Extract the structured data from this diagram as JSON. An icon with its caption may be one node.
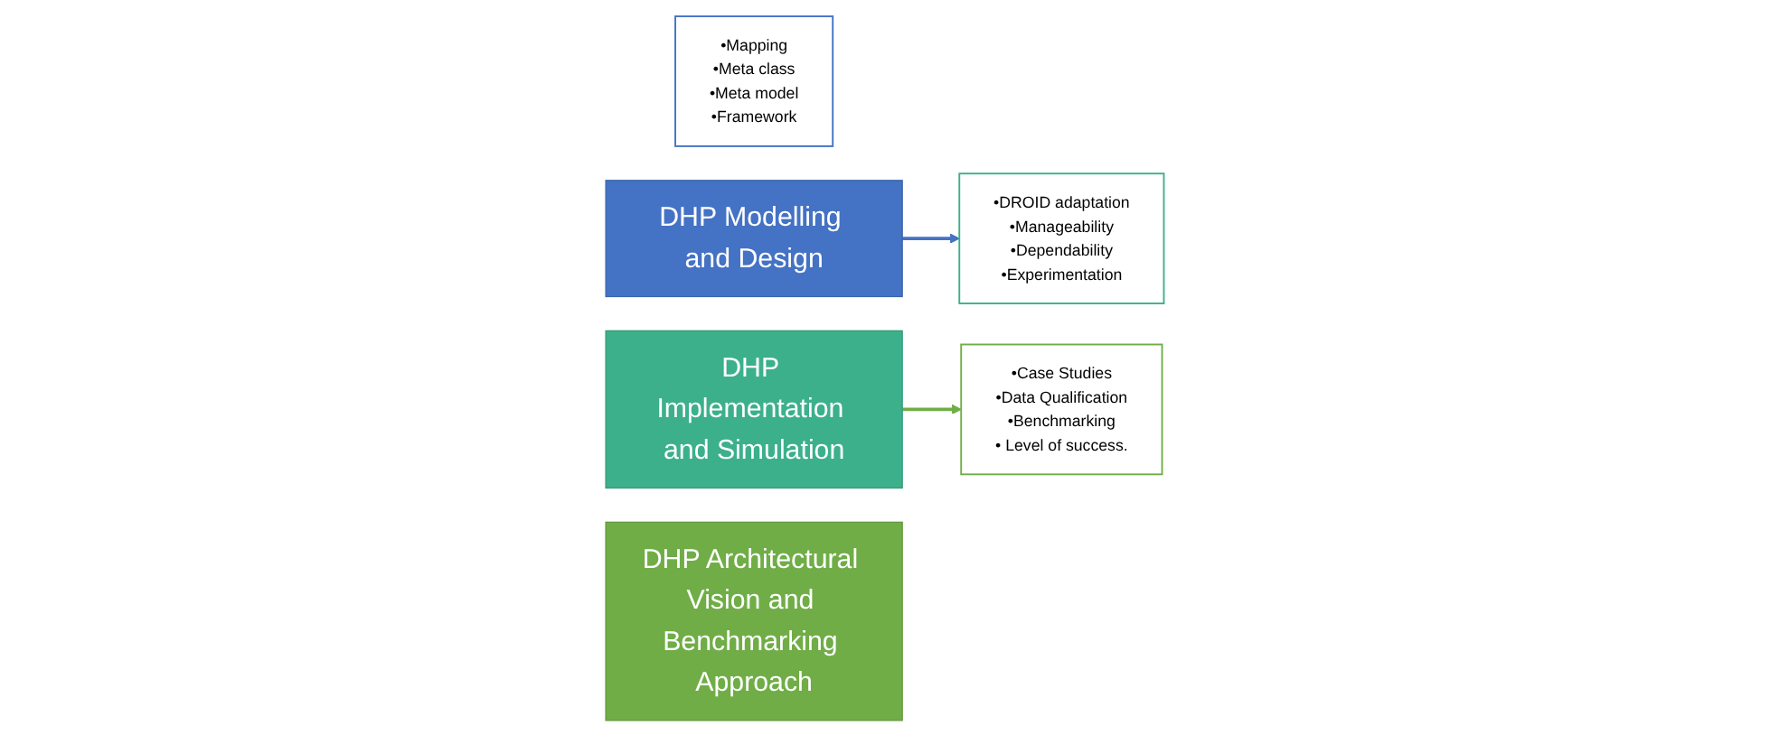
{
  "diagram": {
    "nodes": [
      {
        "text": [
          "•Mapping",
          "•Meta class",
          "•Meta model",
          "•Framework"
        ]
      },
      {
        "text": [
          "DHP Modelling and Design"
        ]
      },
      {
        "text": [
          "DHP Implementation and Simulation"
        ]
      },
      {
        "text": [
          "•DROID adaptation",
          "•Manageability",
          "•Dependability",
          "•Experimentation"
        ]
      },
      {
        "text": [
          "•Case Studies",
          "•Data Qualification",
          "•Benchmarking",
          "• Level of success."
        ]
      },
      {
        "text": [
          "DHP Architectural Vision and Benchmarking Approach"
        ]
      }
    ],
    "edges": [
      {
        "from": 1,
        "to": 3,
        "arrow": "to",
        "color": "#4472c4"
      },
      {
        "from": 2,
        "to": 4,
        "arrow": "to",
        "color": "#70ad47"
      }
    ]
  }
}
